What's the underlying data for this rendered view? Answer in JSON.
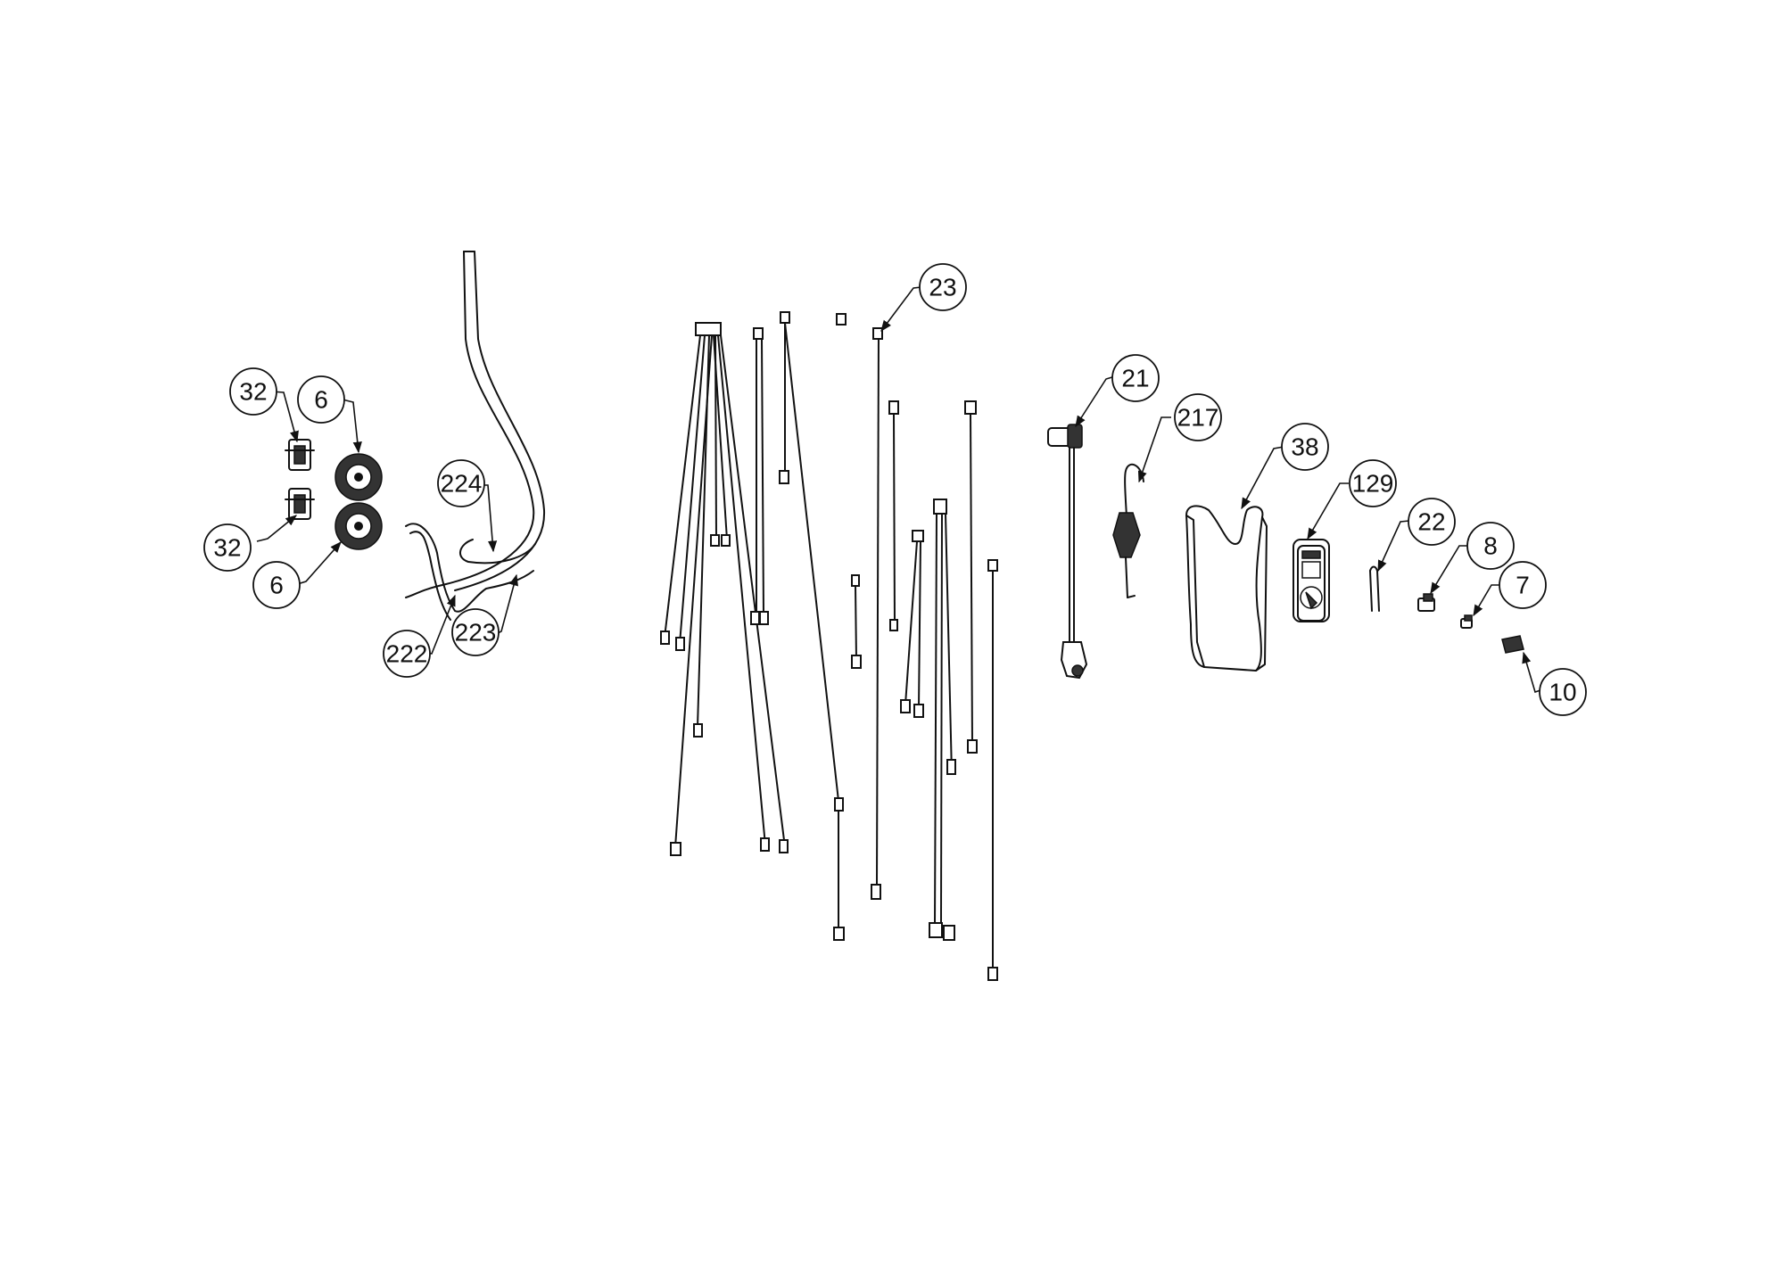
{
  "callouts": {
    "c32a": "32",
    "c6a": "6",
    "c32b": "32",
    "c6b": "6",
    "c224": "224",
    "c222": "222",
    "c223": "223",
    "c23": "23",
    "c21": "21",
    "c217": "217",
    "c38": "38",
    "c129": "129",
    "c22": "22",
    "c8": "8",
    "c7": "7",
    "c10": "10"
  }
}
